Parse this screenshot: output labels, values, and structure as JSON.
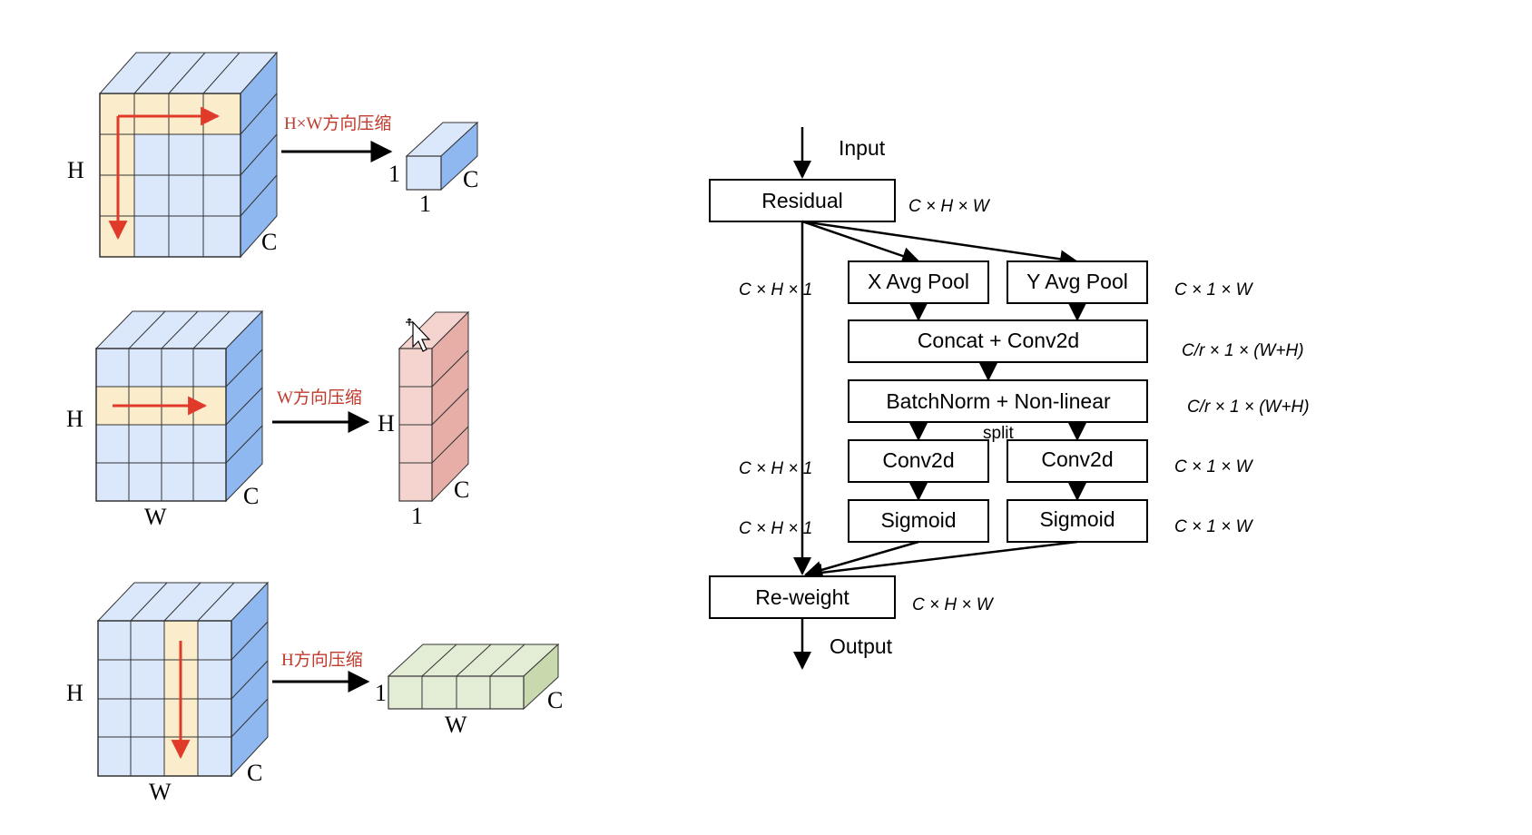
{
  "left_panel": {
    "cube1": {
      "label_h": "H",
      "label_c": "C",
      "arrow_caption": "H×W方向压缩",
      "result_label_1a": "1",
      "result_label_1b": "1",
      "result_label_c": "C"
    },
    "cube2": {
      "label_h": "H",
      "label_w": "W",
      "label_c": "C",
      "arrow_caption": "W方向压缩",
      "result_label_h": "H",
      "result_label_1": "1",
      "result_label_c": "C"
    },
    "cube3": {
      "label_h": "H",
      "label_w": "W",
      "label_c": "C",
      "arrow_caption": "H方向压缩",
      "result_label_1": "1",
      "result_label_w": "W",
      "result_label_c": "C"
    }
  },
  "flowchart": {
    "input_label": "Input",
    "output_label": "Output",
    "residual": "Residual",
    "x_avg_pool": "X Avg Pool",
    "y_avg_pool": "Y Avg Pool",
    "concat_conv": "Concat + Conv2d",
    "batchnorm": "BatchNorm + Non-linear",
    "split_label": "split",
    "conv2d_left": "Conv2d",
    "conv2d_right": "Conv2d",
    "sigmoid_left": "Sigmoid",
    "sigmoid_right": "Sigmoid",
    "reweight": "Re-weight",
    "dims": {
      "residual": "C × H × W",
      "x_pool": "C × H × 1",
      "y_pool": "C × 1 × W",
      "concat": "C/r × 1 × (W+H)",
      "batchnorm": "C/r × 1 × (W+H)",
      "conv_left": "C × H × 1",
      "conv_right": "C × 1 × W",
      "sigmoid_left": "C × H × 1",
      "sigmoid_right": "C × 1 × W",
      "reweight": "C × H × W"
    }
  },
  "colors": {
    "cube_face": "#dbe8fb",
    "cube_side": "#8fb8f0",
    "highlight": "#fbeccb",
    "red_arrow": "#e03a2a",
    "pink_face": "#f5d4d0",
    "pink_side": "#e7aea8",
    "green_face": "#e3ecd5",
    "green_side": "#c8d9ae"
  }
}
